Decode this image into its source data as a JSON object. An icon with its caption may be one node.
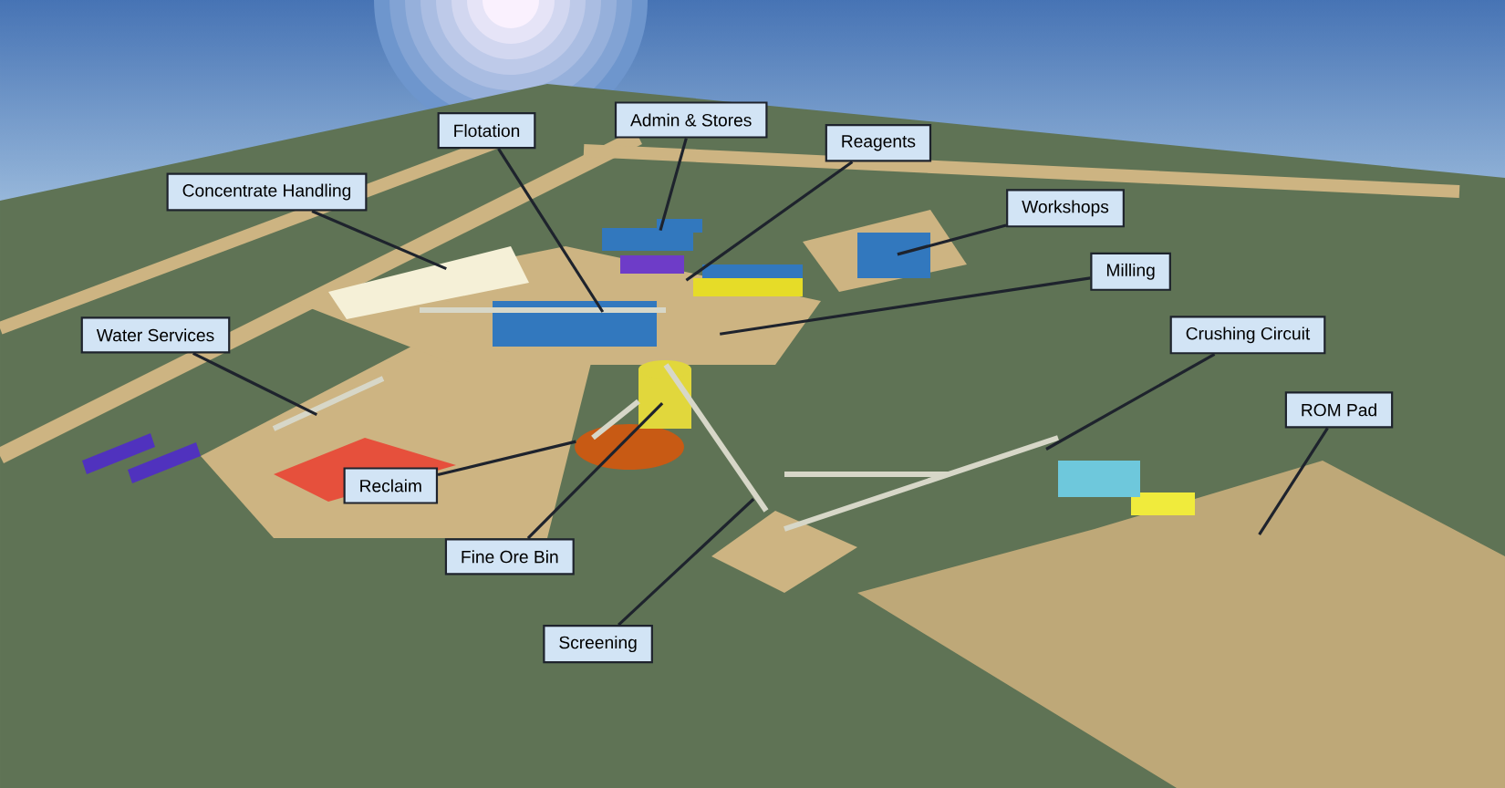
{
  "diagram": {
    "nodes": [
      {
        "text": [
          "Admin & Stores"
        ]
      },
      {
        "text": [
          "Flotation"
        ]
      },
      {
        "text": [
          "Reagents"
        ]
      },
      {
        "text": [
          "Concentrate Handling"
        ]
      },
      {
        "text": [
          "Workshops"
        ]
      },
      {
        "text": [
          "Milling"
        ]
      },
      {
        "text": [
          "Water Services"
        ]
      },
      {
        "text": [
          "Crushing Circuit"
        ]
      },
      {
        "text": [
          "ROM Pad"
        ]
      },
      {
        "text": [
          "Reclaim"
        ]
      },
      {
        "text": [
          "Fine Ore Bin"
        ]
      },
      {
        "text": [
          "Screening"
        ]
      }
    ],
    "edges": [
      {
        "from": 0,
        "to": null,
        "arrow": "none"
      },
      {
        "from": 1,
        "to": null,
        "arrow": "none"
      },
      {
        "from": 2,
        "to": null,
        "arrow": "none"
      },
      {
        "from": 3,
        "to": null,
        "arrow": "none"
      },
      {
        "from": 4,
        "to": null,
        "arrow": "none"
      },
      {
        "from": 5,
        "to": null,
        "arrow": "none"
      },
      {
        "from": 6,
        "to": null,
        "arrow": "none"
      },
      {
        "from": 7,
        "to": null,
        "arrow": "none"
      },
      {
        "from": 8,
        "to": null,
        "arrow": "none"
      },
      {
        "from": 9,
        "to": null,
        "arrow": "none"
      },
      {
        "from": 10,
        "to": null,
        "arrow": "none"
      },
      {
        "from": 11,
        "to": null,
        "arrow": "none"
      }
    ]
  }
}
